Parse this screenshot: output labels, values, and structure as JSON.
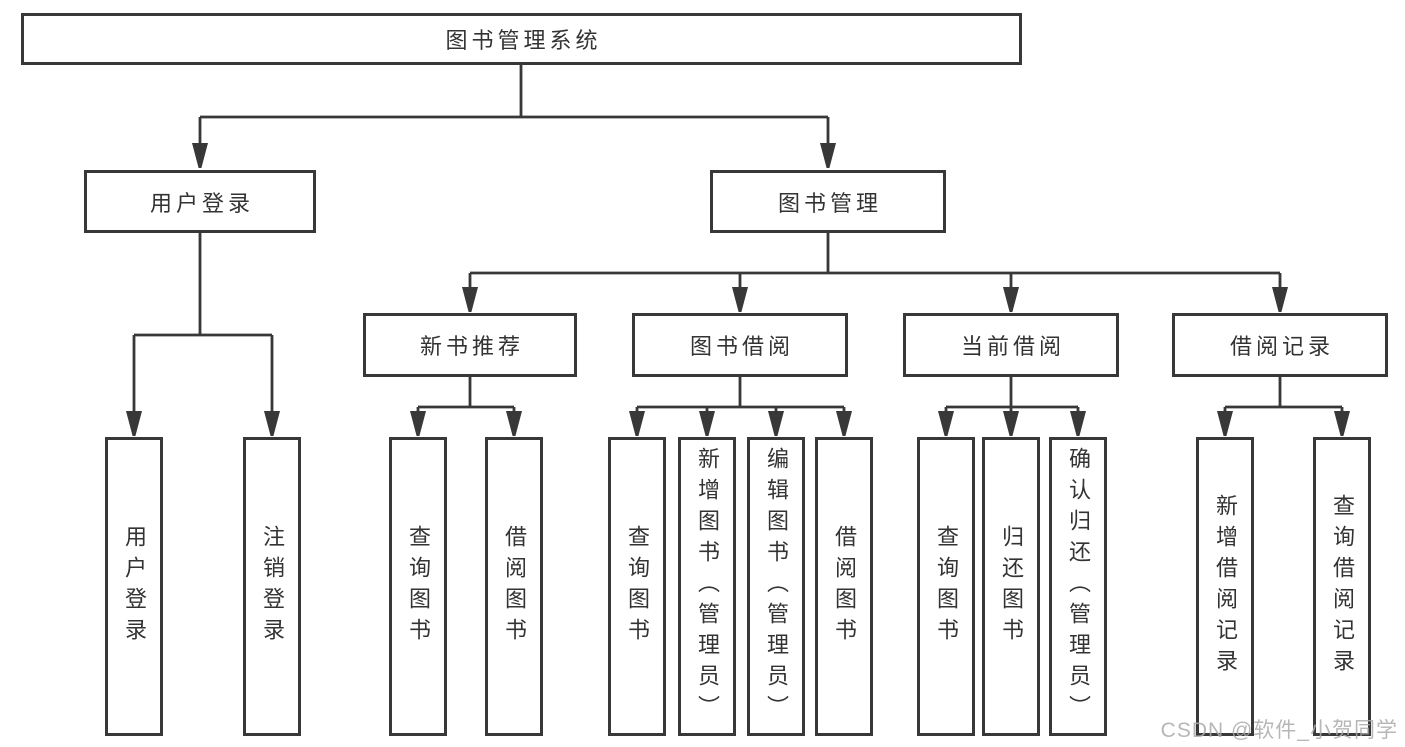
{
  "diagram": {
    "root": {
      "label": "图书管理系统"
    },
    "level2": [
      {
        "label": "用户登录",
        "children": [
          {
            "label": "用户登录"
          },
          {
            "label": "注销登录"
          }
        ]
      },
      {
        "label": "图书管理",
        "sections": [
          {
            "label": "新书推荐",
            "children": [
              {
                "label": "查询图书"
              },
              {
                "label": "借阅图书"
              }
            ]
          },
          {
            "label": "图书借阅",
            "children": [
              {
                "label": "查询图书"
              },
              {
                "label": "新增图书（管理员）"
              },
              {
                "label": "编辑图书（管理员）"
              },
              {
                "label": "借阅图书"
              }
            ]
          },
          {
            "label": "当前借阅",
            "children": [
              {
                "label": "查询图书"
              },
              {
                "label": "归还图书"
              },
              {
                "label": "确认归还（管理员）"
              }
            ]
          },
          {
            "label": "借阅记录",
            "children": [
              {
                "label": "新增借阅记录"
              },
              {
                "label": "查询借阅记录"
              }
            ]
          }
        ]
      }
    ]
  },
  "watermark": {
    "text": "CSDN @软件_小贺同学"
  },
  "colors": {
    "line": "#383838",
    "text": "#333333",
    "box_background": "#ffffff",
    "watermark": "#ababab"
  }
}
